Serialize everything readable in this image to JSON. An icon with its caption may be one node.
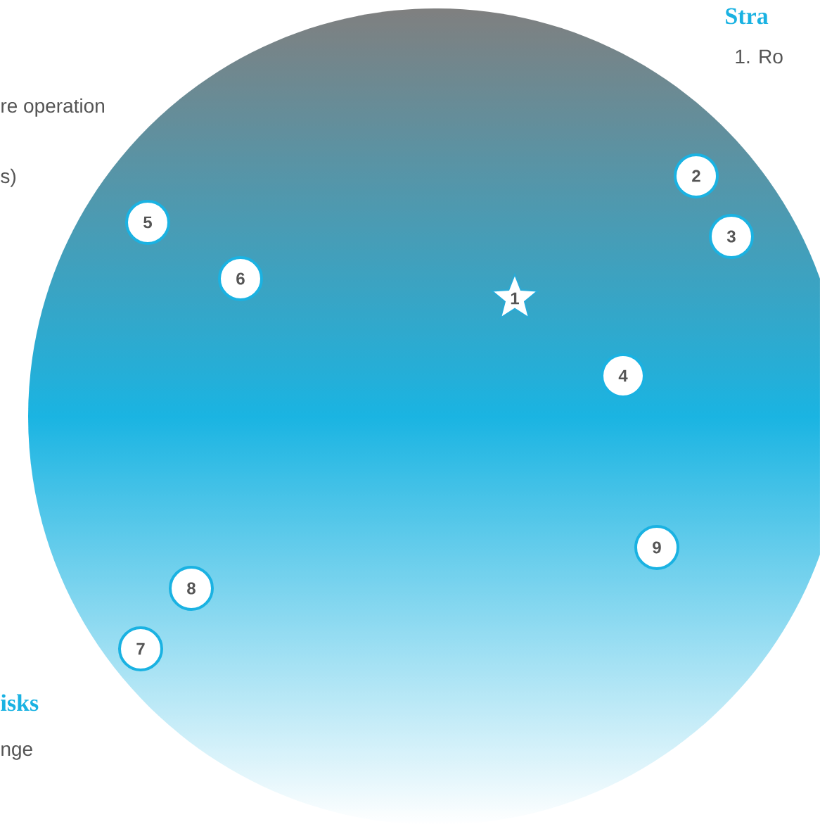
{
  "diagram": {
    "nodes": [
      {
        "text": [
          "1"
        ]
      },
      {
        "text": [
          "2"
        ]
      },
      {
        "text": [
          "3"
        ]
      },
      {
        "text": [
          "4"
        ]
      },
      {
        "text": [
          "5"
        ]
      },
      {
        "text": [
          "6"
        ]
      },
      {
        "text": [
          "7"
        ]
      },
      {
        "text": [
          "8"
        ]
      },
      {
        "text": [
          "9"
        ]
      }
    ],
    "labels": [
      "Stra",
      "1. Ro",
      "re operation",
      "s)",
      "isks",
      "nge"
    ]
  }
}
